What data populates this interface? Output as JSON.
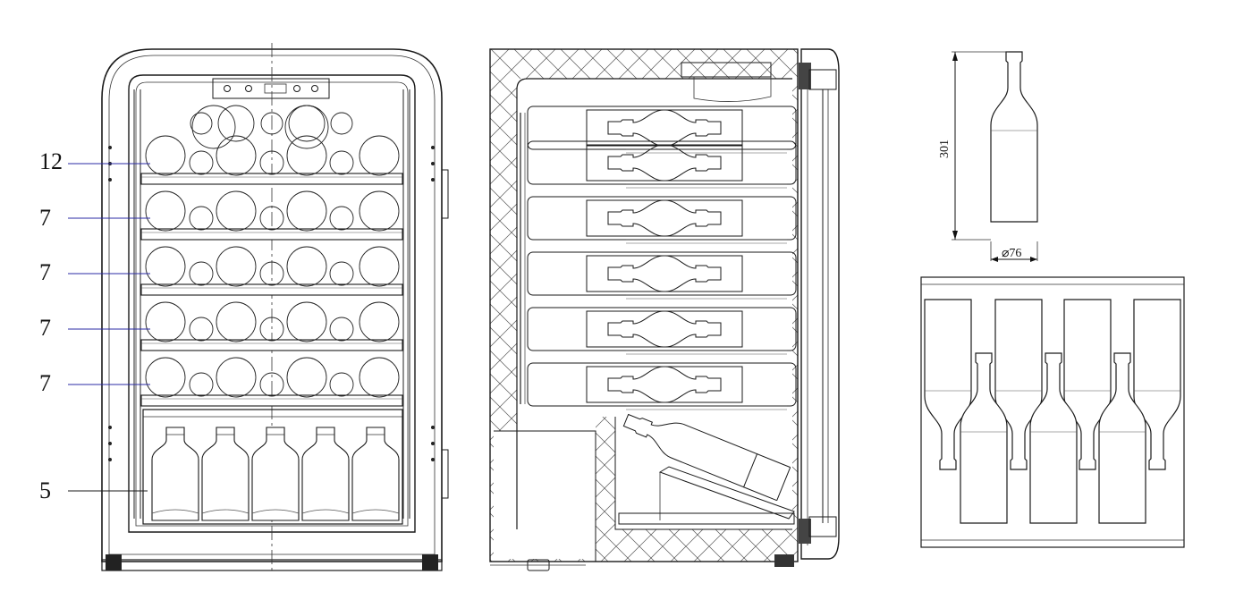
{
  "front_view": {
    "shelf_labels": [
      "12",
      "7",
      "7",
      "7",
      "7",
      "5"
    ]
  },
  "bottle_dimensions": {
    "height_label": "301",
    "diameter_label": "⌀76"
  },
  "colors": {
    "line": "#1a1a1a",
    "leader": "#2b2ba6",
    "background": "#ffffff"
  }
}
